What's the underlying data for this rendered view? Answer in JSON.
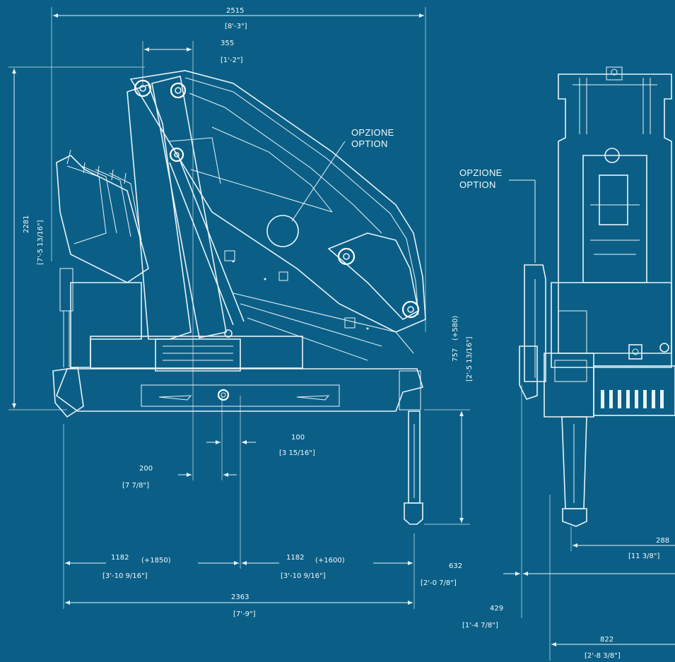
{
  "labels": {
    "option_left_it": "OPZIONE",
    "option_left_en": "OPTION",
    "option_right_it": "OPZIONE",
    "option_right_en": "OPTION"
  },
  "dimensions": {
    "overall_width_mm": "2515",
    "overall_width_in": "[8'-3\"]",
    "top_offset_mm": "355",
    "top_offset_in": "[1'-2\"]",
    "height_mm": "2281",
    "height_in": "[7'-5 13/16\"]",
    "offset_100_mm": "100",
    "offset_100_in": "[3 15/16\"]",
    "offset_200_mm": "200",
    "offset_200_in": "[7 7/8\"]",
    "leg_mm": "757",
    "leg_extra": "(+580)",
    "leg_in": "[2'-5 13/16\"]",
    "left_span_mm": "1182",
    "left_span_extra": "(+1850)",
    "left_span_in": "[3'-10 9/16\"]",
    "right_span_mm": "1182",
    "right_span_extra": "(+1600)",
    "right_span_in": "[3'-10 9/16\"]",
    "stab_mm": "632",
    "stab_in": "[2'-0 7/8\"]",
    "total_span_mm": "2363",
    "total_span_in": "[7'-9\"]",
    "front_288_mm": "288",
    "front_288_in": "[11 3/8\"]",
    "front_429_mm": "429",
    "front_429_in": "[1'-4 7/8\"]",
    "front_822_mm": "822",
    "front_822_in": "[2'-8 3/8\"]"
  }
}
